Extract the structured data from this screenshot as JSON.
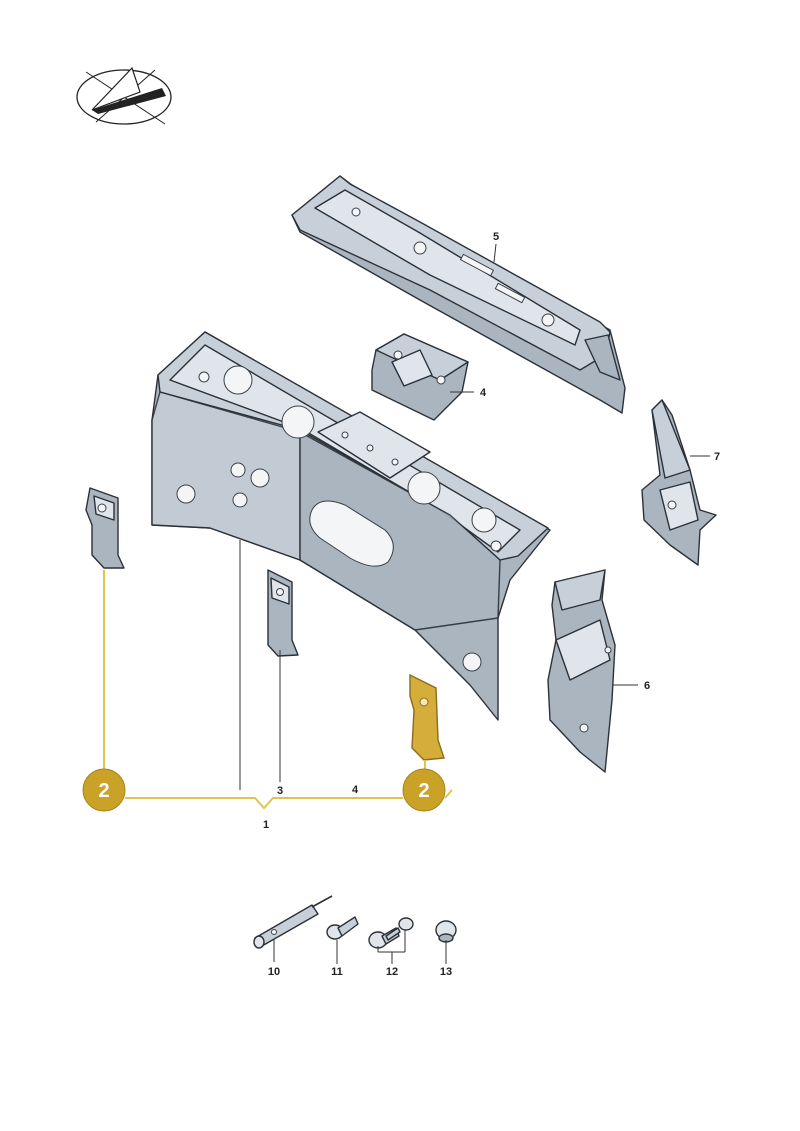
{
  "diagram": {
    "accent_color": "#c9a227",
    "line_color": "#e2c34f",
    "badge_color": "#c9a227",
    "part_color": "#c0cad3",
    "orientation_icon": "orientation-arrow-icon",
    "callouts": {
      "c1": "1",
      "c3": "3",
      "c4_bracket": "4",
      "c4_line": "4",
      "c5": "5",
      "c6": "6",
      "c7": "7",
      "c10": "10",
      "c11": "11",
      "c12": "12",
      "c13": "13"
    },
    "badges": {
      "left": "2",
      "right": "2"
    }
  }
}
